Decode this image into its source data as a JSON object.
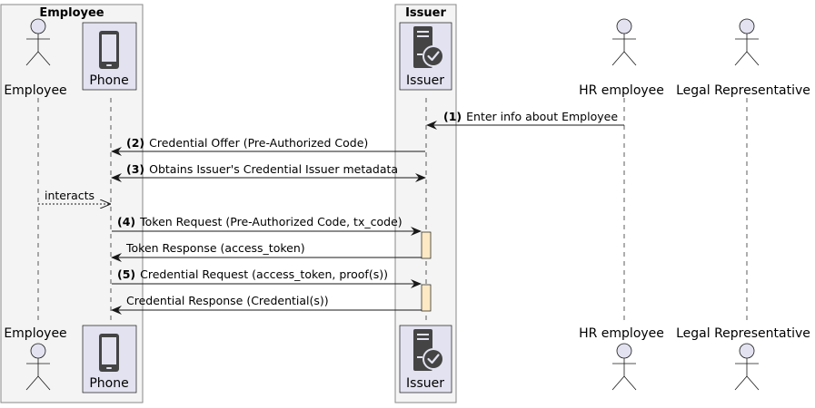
{
  "boxes": [
    {
      "title": "Employee"
    },
    {
      "title": "Issuer"
    }
  ],
  "participants": [
    {
      "key": "employee",
      "label": "Employee",
      "kind": "actor"
    },
    {
      "key": "phone",
      "label": "Phone",
      "kind": "phone"
    },
    {
      "key": "issuer",
      "label": "Issuer",
      "kind": "server"
    },
    {
      "key": "hr",
      "label": "HR employee",
      "kind": "actor"
    },
    {
      "key": "legal",
      "label": "Legal Representative",
      "kind": "actor"
    }
  ],
  "messages": [
    {
      "num": "(1)",
      "text": "Enter info about Employee",
      "from": "hr",
      "to": "issuer",
      "style": "solid",
      "bidirectional": false
    },
    {
      "num": "(2)",
      "text": "Credential Offer (Pre-Authorized Code)",
      "from": "issuer",
      "to": "phone",
      "style": "solid",
      "bidirectional": false
    },
    {
      "num": "(3)",
      "text": "Obtains Issuer's Credential Issuer metadata",
      "from": "phone",
      "to": "issuer",
      "style": "solid",
      "bidirectional": true
    },
    {
      "num": "",
      "text": "interacts",
      "from": "employee",
      "to": "phone",
      "style": "dashed",
      "bidirectional": false
    },
    {
      "num": "(4)",
      "text": "Token Request (Pre-Authorized Code, tx_code)",
      "from": "phone",
      "to": "issuer",
      "style": "solid",
      "bidirectional": false
    },
    {
      "num": "",
      "text": "Token Response (access_token)",
      "from": "issuer",
      "to": "phone",
      "style": "solid",
      "bidirectional": false
    },
    {
      "num": "(5)",
      "text": "Credential Request (access_token, proof(s))",
      "from": "phone",
      "to": "issuer",
      "style": "solid",
      "bidirectional": false
    },
    {
      "num": "",
      "text": "Credential Response (Credential(s))",
      "from": "issuer",
      "to": "phone",
      "style": "solid",
      "bidirectional": false
    }
  ],
  "colors": {
    "box_fill": "#f4f4f4",
    "box_stroke": "#888888",
    "participant_fill": "#e2e2f0",
    "participant_stroke": "#181818",
    "icon": "#444444",
    "lifeline": "#181818",
    "activation_fill": "#fde9c4"
  }
}
